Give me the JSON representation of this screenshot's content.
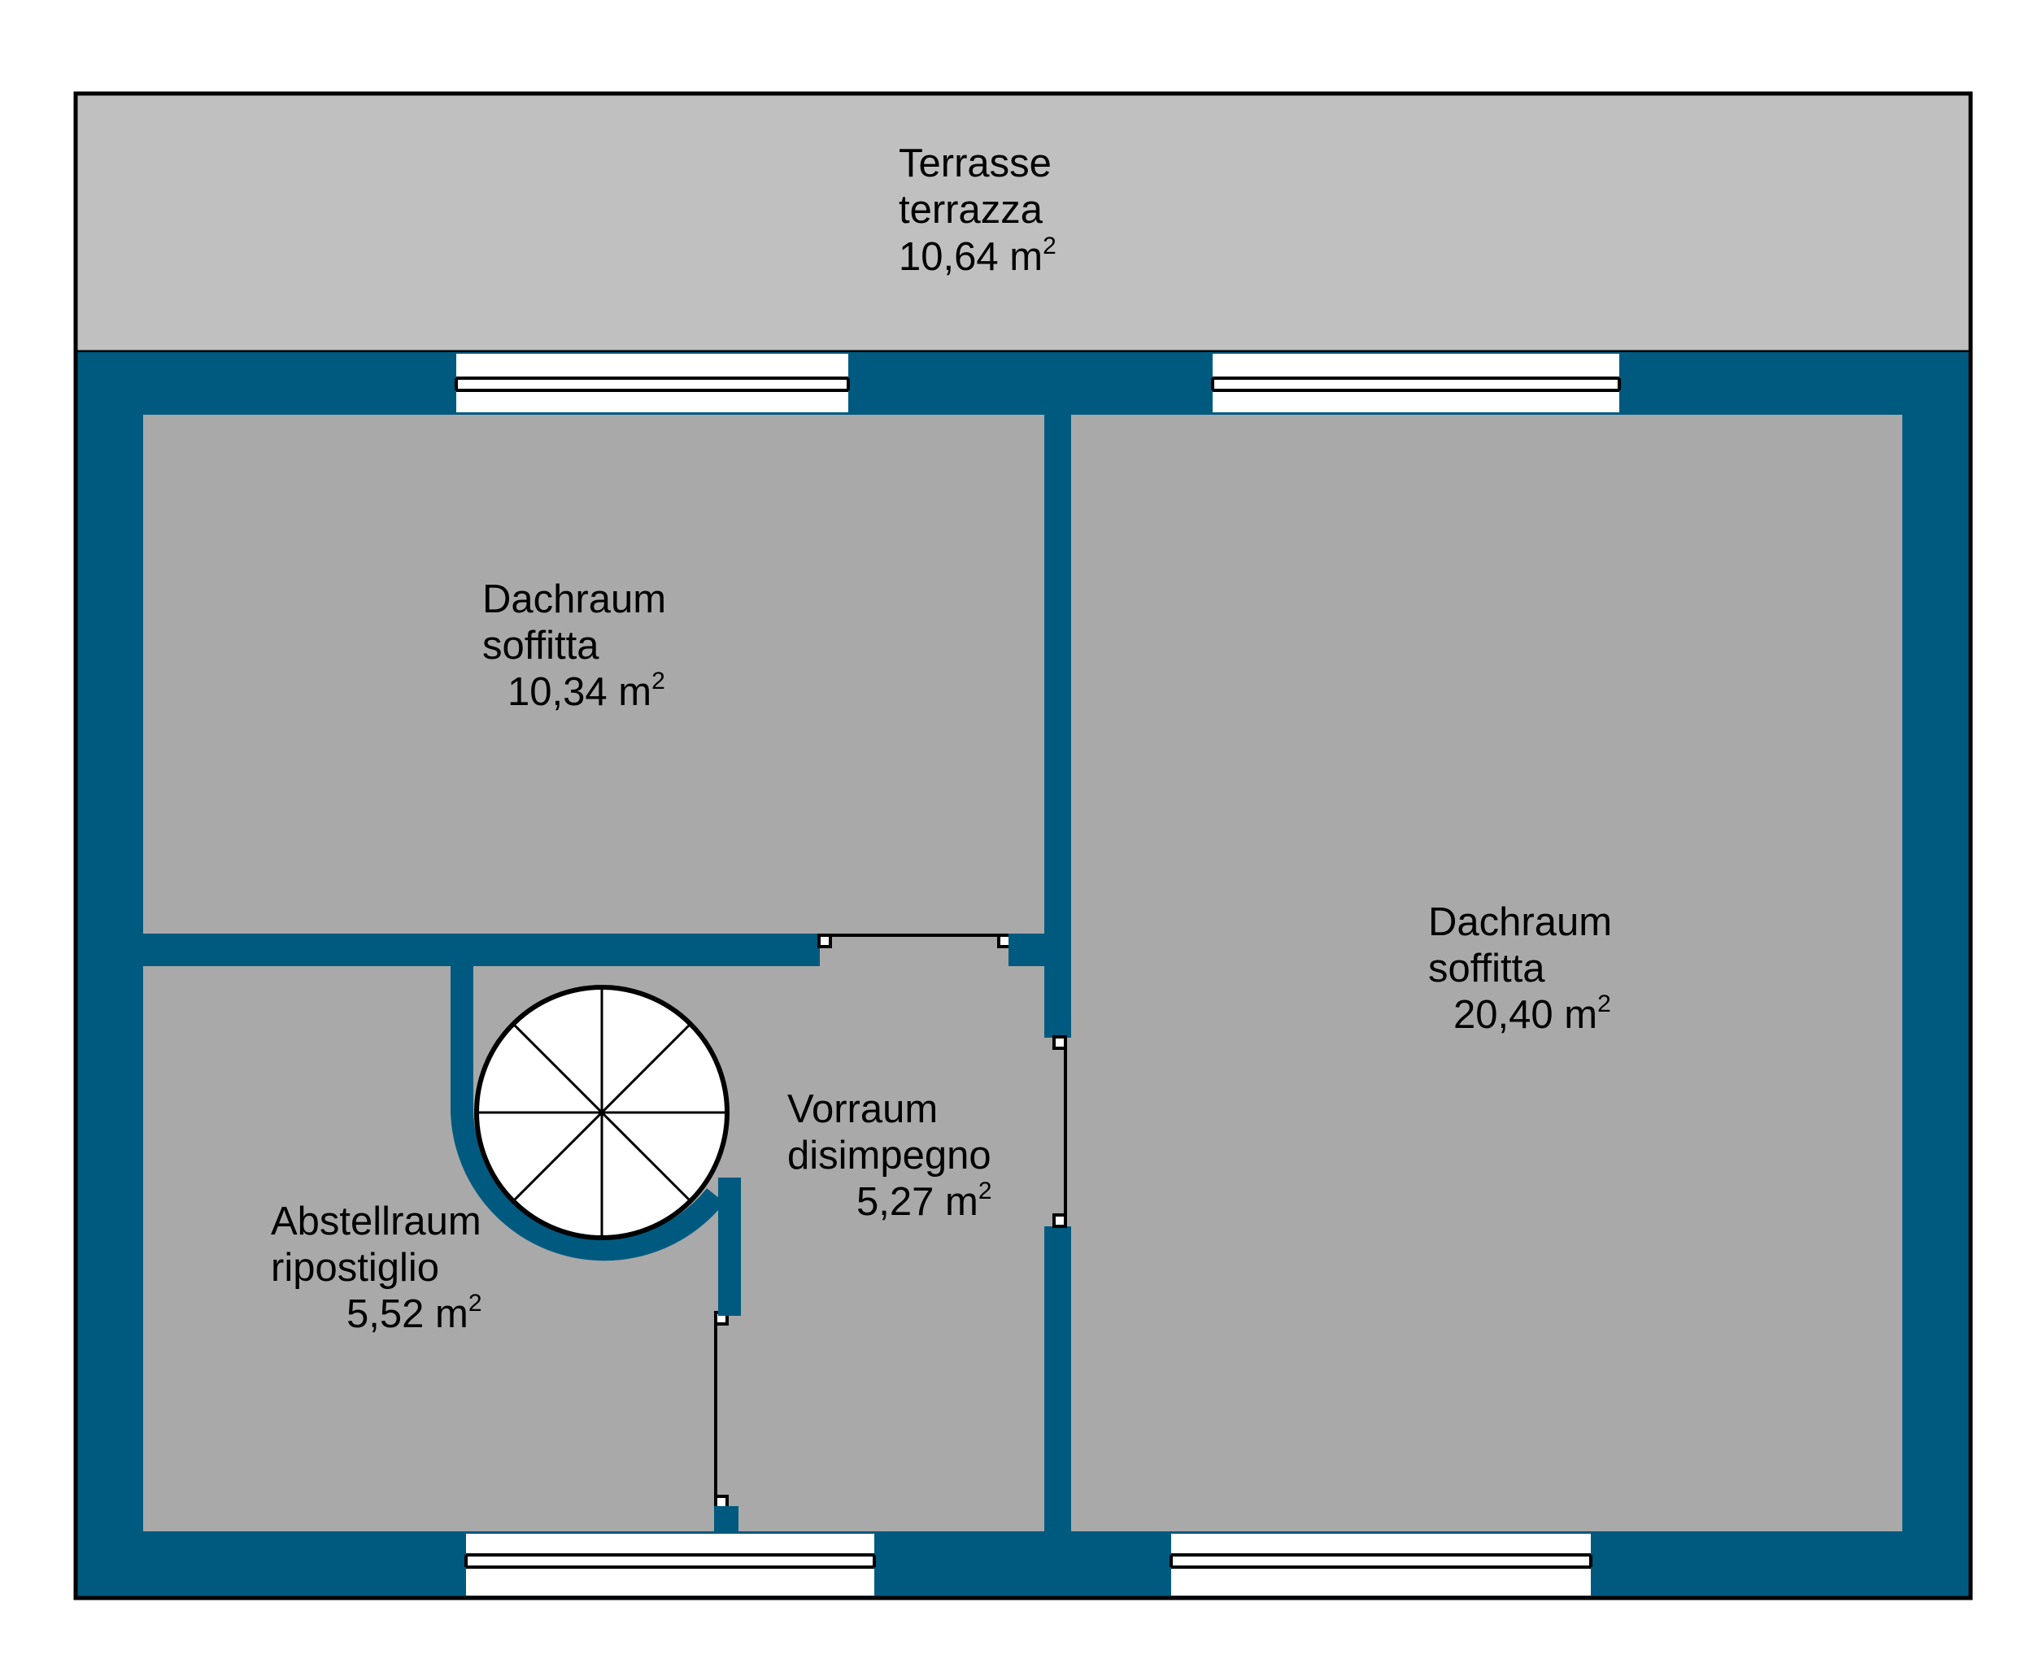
{
  "colors": {
    "wall": "#005a80",
    "floor": "#a9a9a9",
    "terrace": "#c0c0c0",
    "outline": "#000000",
    "window": "#ffffff",
    "stair": "#ffffff"
  },
  "rooms": {
    "terrace": {
      "name_de": "Terrasse",
      "name_it": "terrazza",
      "area": "10,64 m",
      "unit_sup": "2"
    },
    "attic_small": {
      "name_de": "Dachraum",
      "name_it": "soffitta",
      "area": "10,34 m",
      "unit_sup": "2"
    },
    "attic_large": {
      "name_de": "Dachraum",
      "name_it": "soffitta",
      "area": "20,40 m",
      "unit_sup": "2"
    },
    "hall": {
      "name_de": "Vorraum",
      "name_it": "disimpegno",
      "area": "5,27 m",
      "unit_sup": "2"
    },
    "storage": {
      "name_de": "Abstellraum",
      "name_it": "ripostiglio",
      "area": "5,52 m",
      "unit_sup": "2"
    }
  },
  "icons": {
    "stair": "spiral-staircase-icon",
    "window": "window-icon",
    "door": "door-opening-icon"
  }
}
